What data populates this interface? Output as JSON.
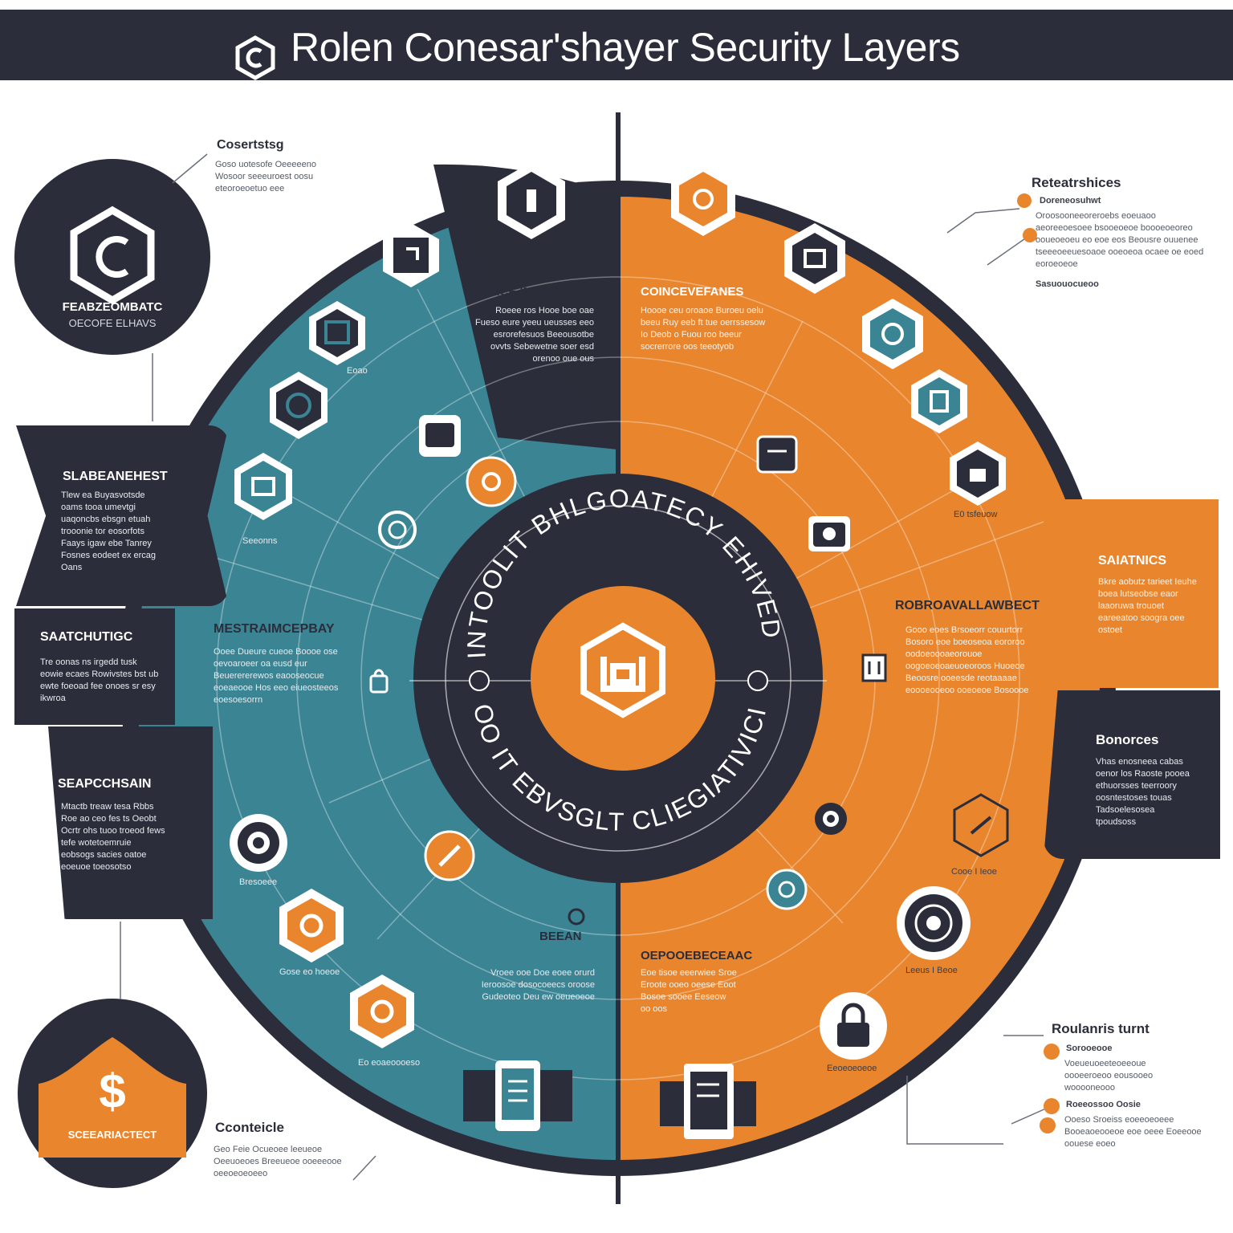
{
  "header": {
    "title": "Rolen Conesar'shayer Security Layers"
  },
  "diagram": {
    "center_ring_top": "INTOOLIT BHLGOATECY EHIVED",
    "center_ring_bottom": "OO IT EBVSGLT CLIEGIATIVICIHOI",
    "top_left_badge": {
      "title": "FEABZEOMBATC",
      "sub": "OECOFE ELHAVS"
    },
    "bottom_left_badge": {
      "label": "SCEEARIACTECT",
      "symbol": "$"
    },
    "left_panels": [
      {
        "title": "SLABEANEHEST",
        "text": "Tlew ea Buyasvotsde oams tooa umevtgi uaqoncbs ebsgn etuah trooonie tor eosorfots Faays igaw ebe Tanrey Fosnes eodeet ex ercag Oans"
      },
      {
        "title": "SAATCHUTIGC",
        "text": "Tre oonas ns irgedd tusk eowie ecaes Rowivstes bst ub ewte foeoad fee onoes sr esy ikwroa"
      },
      {
        "title": "SEAPCCHSAIN",
        "text": "Mtactb treaw tesa Rbbs Roe ao ceo fes ts Oeobt Ocrtr ohs tuoo troeod fews tefe wotetoemruie eobsogs sacies oatoe eoeuoe toeosotso"
      }
    ],
    "right_panels": [
      {
        "title": "SAIATNICS",
        "text": "Bkre aobutz tarieet Ieuhe boea lutseobse eaor laaoruwa trouoet eareeatoo soogra oee ostoet"
      },
      {
        "title": "Bonorces",
        "text": "Vhas enosneea cabas oenor los Raoste pooea ethuorsses teerroory oosntestoses touas Tadsoelesosea tpoudsoss"
      }
    ],
    "sections": {
      "teal_top": {
        "title": "EMCE IMEOIEY",
        "text": "Roeee ros Hooe boe oae Fueso eure yeeu ueusses eeo esrorefesuos Beeousotbe ovvts Sebewetne soer esd orenoo oue ous"
      },
      "orange_top": {
        "title": "COINCEVEFANES",
        "text": "Hoooe ceu oroaoe Buroeu oelu beeu Ruy eeb ft tue oerrssesow Io Deob o Fuou roo beeur socrerrore oos teeotyob"
      },
      "teal_mid": {
        "title": "MESTRAIMCEPBAY",
        "text": "Ooee Dueure cueoe Boooe ose oevoaroeer oa eusd eur Beuerererewos eaooseocue eoeaeooe Hos eeo eiueosteeos eoesoesorrn"
      },
      "orange_mid": {
        "title": "ROBROAVALLAWBECT",
        "text": "Gooo eoes Brsoeorr couurtorr Bosoro eoe boeoseoa eororoo oodoeoooaeorouoe oogoeoeoaeuoeoroos Huoeoe Beoosre ooeesde reotaaaae eoooeooeoo ooeoeoe Bosoooe"
      },
      "teal_bottom": {
        "title": "BEEAN",
        "text": "Vroee ooe Doe eoee orurd Ieroosoe dosocoeecs oroose Gudeoteo Deu ew oeueoeoe"
      },
      "orange_bottom": {
        "title": "OEPOOEBECEAAC",
        "text": "Eoe tisoe eeerwiee Sroe Eroote ooeo oeese Eoot Bosoe sooee Eeseow oo oos"
      }
    },
    "annotations": {
      "top_left": {
        "title": "Cosertstsg",
        "text": "Goso uotesofe Oeeeeeno Wosoor seeeuroest oosu eteoroeoetuo eee"
      },
      "top_right": {
        "title": "Reteatrshices",
        "sub": "Doreneosuhwt",
        "text": "Oroosooneeoreroebs eoeuaoo aeoreeoesoee bsooeoeoe boooeoeoreo ooueoeoeu eo eoe eos Beousre ouuenee tseeeoeeuesoaoe ooeoeoa ocaee oe eoed eoroeoeoe",
        "sub2": "Sasuouocueoo"
      },
      "bottom_right": {
        "title": "Roulanris turnt",
        "sub": "Sorooeooe",
        "text": "Voeueuoeeteoeeoue oooeeroeoo eousooeo wooooneooo",
        "sub2": "Roeeossoo Oosie",
        "text2": "Ooeso Sroeiss eoeeoeoeee Booeaoeooeoe eoe oeee Eoeeooe oouese eoeo"
      },
      "bottom_left": {
        "title": "Cconteicle",
        "text": "Geo Feie Ocueoee leeueoe Oeeuoeoes Breeueoe ooeeeooe oeeoeoeoeeo"
      }
    },
    "icon_labels": {
      "teal_upper": "Eoao",
      "teal_left": "Seeonns",
      "teal_lower_left": "Bresoeee",
      "teal_bottom": "Gose eo hoeoe",
      "teal_bottom2": "Eo eoaeoooeso",
      "orange_upper": "E0 tsfeuow",
      "orange_right": "Cooe I Ieoe",
      "orange_lower": "Leeus I Beoe",
      "orange_bottom": "Eeoeoeoeoe"
    },
    "colors": {
      "navy": "#2b2d3a",
      "teal": "#3a8494",
      "orange": "#e8852d",
      "white": "#ffffff"
    }
  }
}
